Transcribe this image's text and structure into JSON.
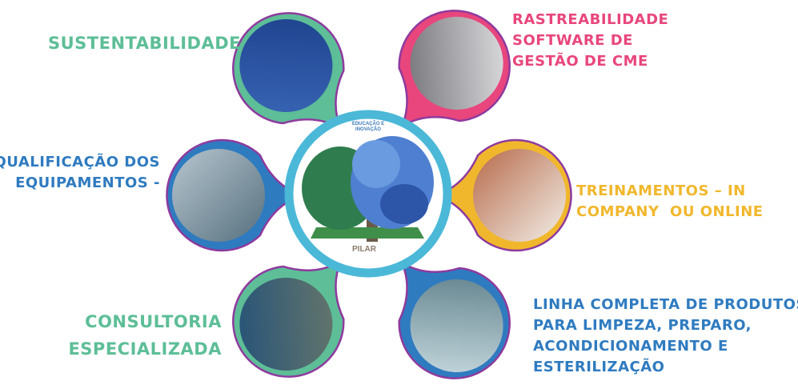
{
  "colors": {
    "green": "#5dbe97",
    "pink": "#e8467c",
    "blue": "#2f7bc0",
    "yellow": "#f1b72c",
    "ring": "#4bb8d8",
    "outline": "#8e3a9e"
  },
  "center": {
    "top_text": "EDUCAÇÃO E INOVAÇÃO",
    "bottom_text": "PILAR",
    "image": "tree"
  },
  "pillars": [
    {
      "id": "sustentabilidade",
      "label": "SUSTENTABILIDADE",
      "image": "cleaning-products"
    },
    {
      "id": "rastreabilidade",
      "label": "RASTREABILIDADE\nSOFTWARE DE\nGESTÃO DE CME",
      "image": "label-printer"
    },
    {
      "id": "qualificacao",
      "label": "QUALIFICAÇÃO DOS\nEQUIPAMENTOS -",
      "image": "equipment-technician"
    },
    {
      "id": "treinamentos",
      "label": "TREINAMENTOS – IN\nCOMPANY  OU ONLINE",
      "image": "training-class"
    },
    {
      "id": "consultoria",
      "label": "CONSULTORIA\nESPECIALIZADA",
      "image": "consulting-notebook"
    },
    {
      "id": "linha",
      "label": "LINHA COMPLETA DE PRODUTOS\nPARA LIMPEZA, PREPARO,\nACONDICIONAMENTO E\nESTERILIZAÇÃO",
      "image": "sterilization-products"
    }
  ]
}
